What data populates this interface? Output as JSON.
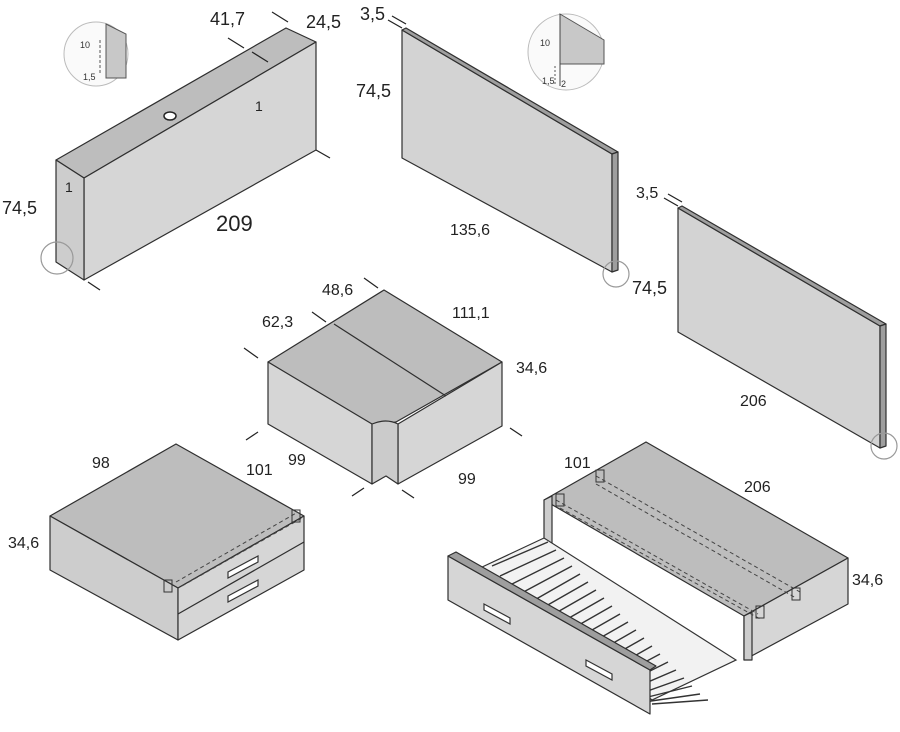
{
  "headboard": {
    "width": "209",
    "depth": "24,5",
    "top_len": "41,7",
    "height": "74,5",
    "part_label_top": "1",
    "part_label_side": "1",
    "detail": {
      "a": "10",
      "b": "1,5"
    }
  },
  "back_panel_1": {
    "thickness": "3,5",
    "height": "74,5",
    "length": "135,6",
    "detail": {
      "a": "10",
      "b": "1,5",
      "c": "2"
    }
  },
  "back_panel_2": {
    "thickness": "3,5",
    "height": "74,5",
    "length": "206"
  },
  "corner_unit": {
    "d1": "48,6",
    "d2": "62,3",
    "d3": "111,1",
    "height": "34,6",
    "w1": "99",
    "w2": "99"
  },
  "drawer_unit": {
    "d1": "98",
    "d2": "101",
    "height": "34,6"
  },
  "trundle_bed": {
    "depth": "101",
    "length": "206",
    "height": "34,6"
  }
}
